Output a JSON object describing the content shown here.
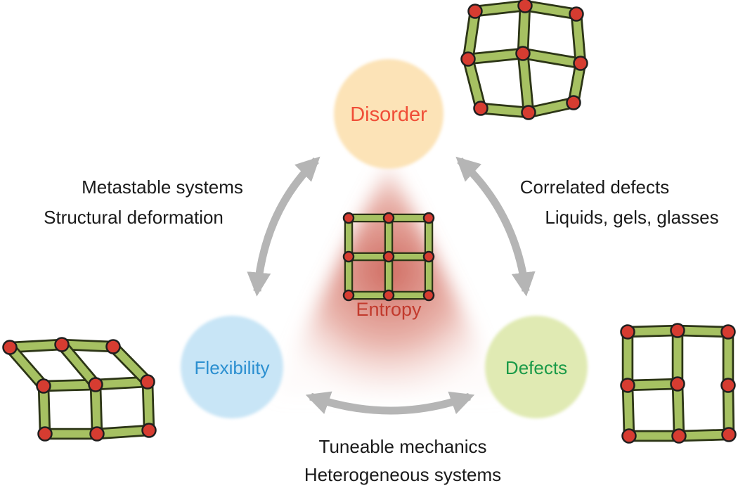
{
  "title": "Entropy triangle: Disorder, Flexibility, Defects",
  "colors": {
    "background": "#ffffff",
    "disorder-fill": "#fce3b7",
    "disorder-text": "#f04e37",
    "flexibility-fill": "#c8e5f6",
    "flexibility-text": "#2b8fd0",
    "defects-fill": "#e0eab3",
    "defects-text": "#1a9a48",
    "entropy-text": "#c23a2d",
    "triangle-core": "#cc6156",
    "triangle-mid": "#dd8a7d",
    "triangle-edge": "#f6ddd9",
    "arrow": "#b5b5b5",
    "label-text": "#1a1a1a",
    "bar-outline": "#2c3516",
    "bar-fill": "#a6c162",
    "node-fill": "#d63c31",
    "node-outline": "#1f1f1f"
  },
  "nodes": {
    "disorder": {
      "label": "Disorder"
    },
    "flexibility": {
      "label": "Flexibility"
    },
    "defects": {
      "label": "Defects"
    },
    "entropy": {
      "label": "Entropy"
    }
  },
  "edge_labels": {
    "disorder_flexibility": {
      "line1": "Metastable systems",
      "line2": "Structural deformation"
    },
    "disorder_defects": {
      "line1": "Correlated defects",
      "line2": "Liquids, gels, glasses"
    },
    "flexibility_defects": {
      "line1": "Tuneable mechanics",
      "line2": "Heterogeneous systems"
    }
  },
  "icons": {
    "center": "ordered-lattice-icon",
    "top_right": "disordered-lattice-icon",
    "bottom_left": "sheared-lattice-icon",
    "bottom_right": "defect-lattice-icon"
  }
}
